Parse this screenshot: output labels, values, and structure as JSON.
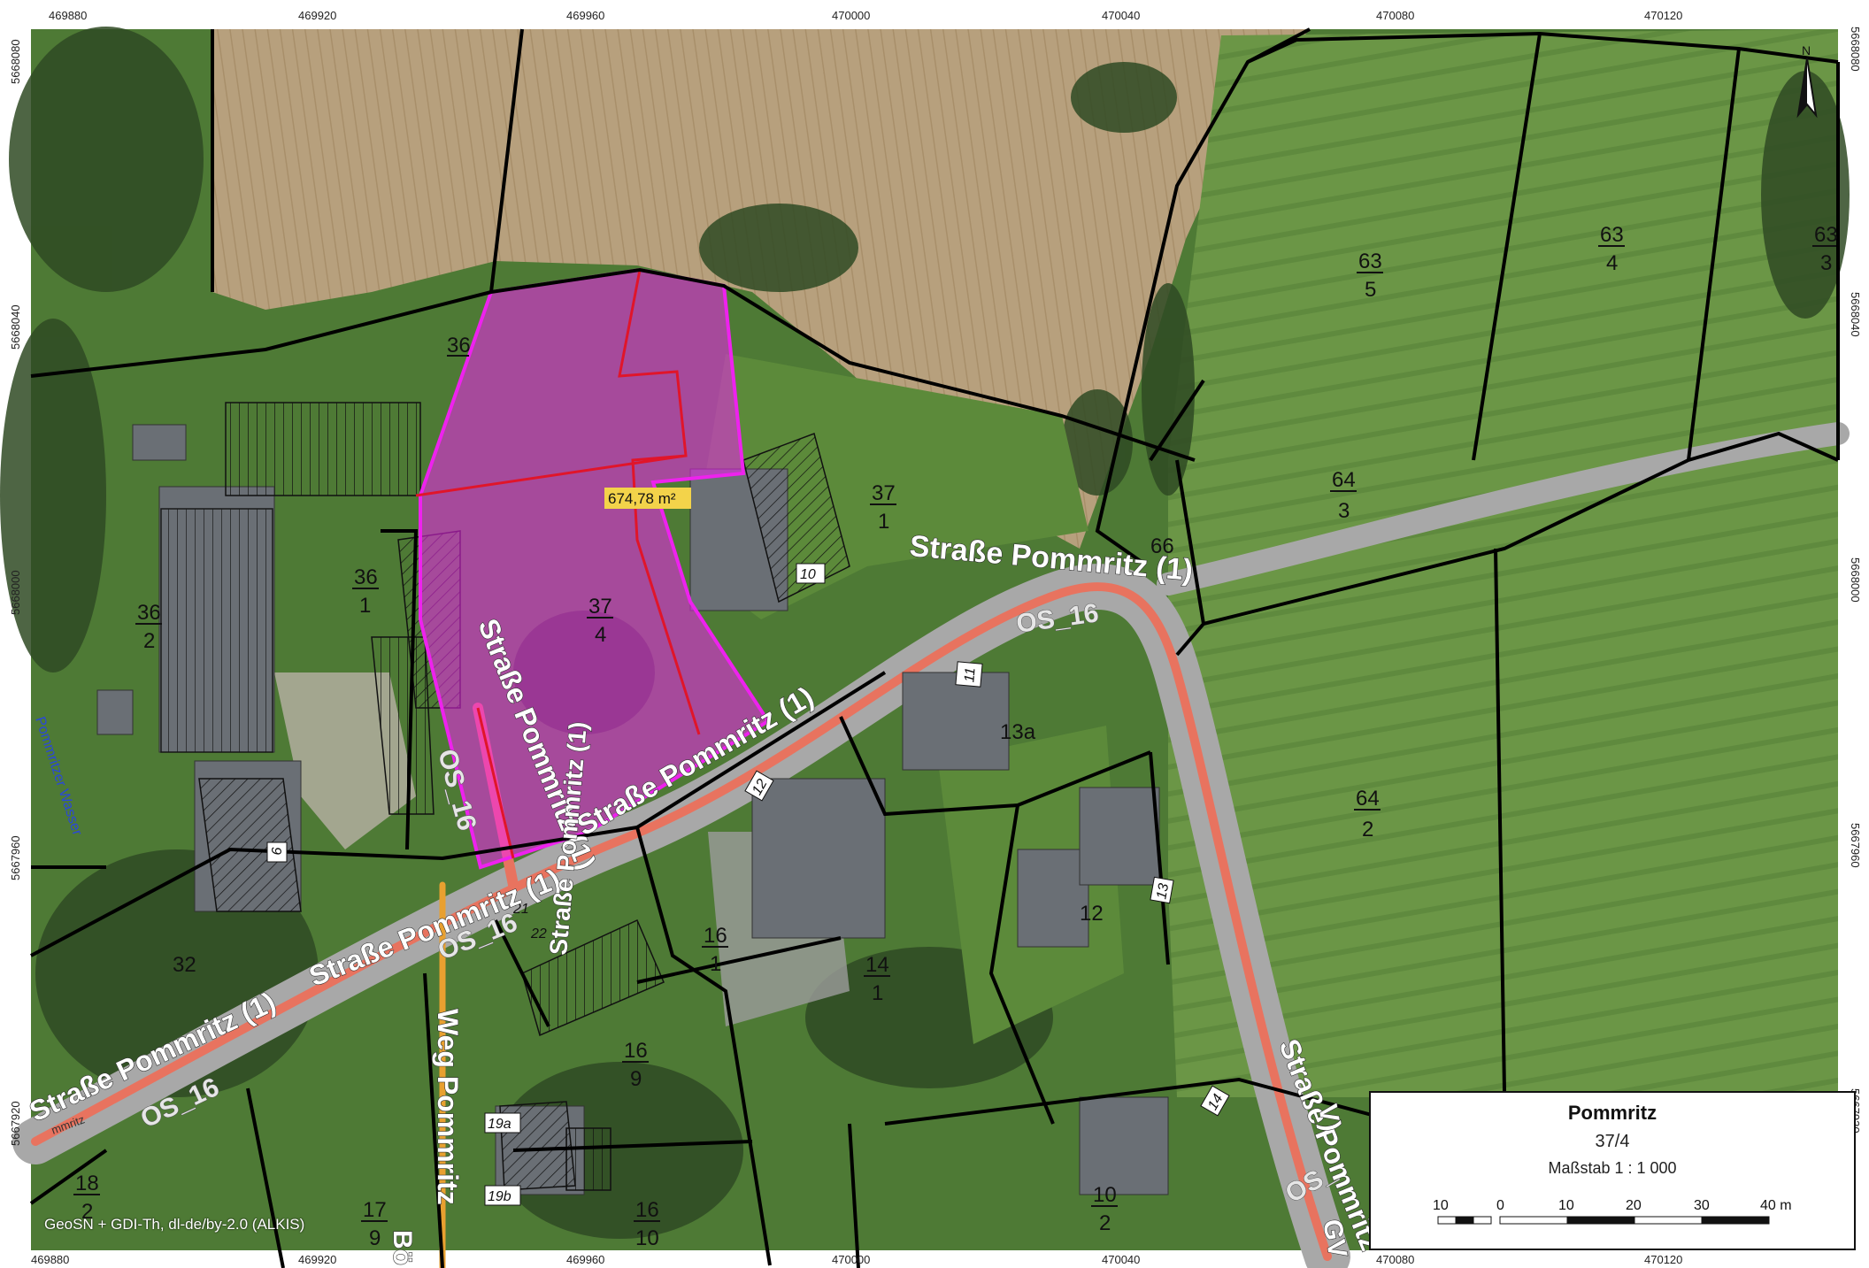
{
  "colors": {
    "field_brown": "#b39a78",
    "grass_green": "#5f8a3e",
    "tree_dark": "#2f4a23",
    "road": "#9a9a9a",
    "road_red": "#e8735f",
    "selection_magenta": "#ee22ee",
    "parcel_red": "#e0152a",
    "area_label_bg": "#f3d34a"
  },
  "coords": {
    "top": [
      "469880",
      "469920",
      "469960",
      "470000",
      "470040",
      "470080",
      "470120"
    ],
    "bottom": [
      "469880",
      "469920",
      "469960",
      "470000",
      "470040",
      "470080",
      "470120"
    ],
    "left": [
      "5668080",
      "5668040",
      "5668000",
      "5667960",
      "5667920"
    ],
    "right": [
      "5668080",
      "5668040",
      "5668000",
      "5667960",
      "5667920"
    ]
  },
  "parcels": {
    "p36_top": "36",
    "p36_1": {
      "n": "36",
      "d": "1"
    },
    "p36_2": {
      "n": "36",
      "d": "2"
    },
    "p37_1": {
      "n": "37",
      "d": "1"
    },
    "p37_4": {
      "n": "37",
      "d": "4"
    },
    "p63_5": {
      "n": "63",
      "d": "5"
    },
    "p63_4": {
      "n": "63",
      "d": "4"
    },
    "p63_3": {
      "n": "63",
      "d": "3"
    },
    "p64_3": {
      "n": "64",
      "d": "3"
    },
    "p64_2": {
      "n": "64",
      "d": "2"
    },
    "p66": "66",
    "p32": "32",
    "p16_1": {
      "n": "16",
      "d": "1"
    },
    "p14_1": {
      "n": "14",
      "d": "1"
    },
    "p16_9": {
      "n": "16",
      "d": "9"
    },
    "p16_10": {
      "n": "16",
      "d": "10"
    },
    "p18_2": {
      "n": "18",
      "d": "2"
    },
    "p17_9": {
      "n": "17",
      "d": "9"
    },
    "p10_2": {
      "n": "10",
      "d": "2"
    },
    "p12": "12",
    "p13a": "13a"
  },
  "house_numbers": [
    "10",
    "11",
    "12",
    "13",
    "14",
    "9",
    "19a",
    "19b",
    "21",
    "22"
  ],
  "roads": {
    "main_upper": "Straße Pommritz (1)",
    "main_west_1": "Straße Pommritz (1)",
    "main_west_2": "Straße Pommritz (1)",
    "main_lower_west": "Straße Pommritz (1)",
    "vertical_in_parcel": "Straße Pommritz (1)",
    "vertical_small": "Straße Pommritz (1)",
    "east_lower": "Straße Pommritz",
    "os_16_a": "OS_16",
    "os_16_b": "OS_16",
    "os_16_c": "OS_16",
    "os_16_d": "OS_16",
    "weg": "Weg Pommritz",
    "bo": "Bö",
    "os_e": "OS_",
    "gv": "GV",
    "paren_v": "V)",
    "water": "Pommritzer Wasser",
    "pommritz_small": "mmritz"
  },
  "area_label": "674,78 m²",
  "legend": {
    "title": "Pommritz",
    "parcel": "37/4",
    "scale": "Maßstab 1 : 1 000",
    "scalebar_labels": [
      "10",
      "0",
      "10",
      "20",
      "30",
      "40 m"
    ]
  },
  "north_label": "N",
  "credit": "GeoSN + GDI-Th, dl-de/by-2.0 (ALKIS)"
}
